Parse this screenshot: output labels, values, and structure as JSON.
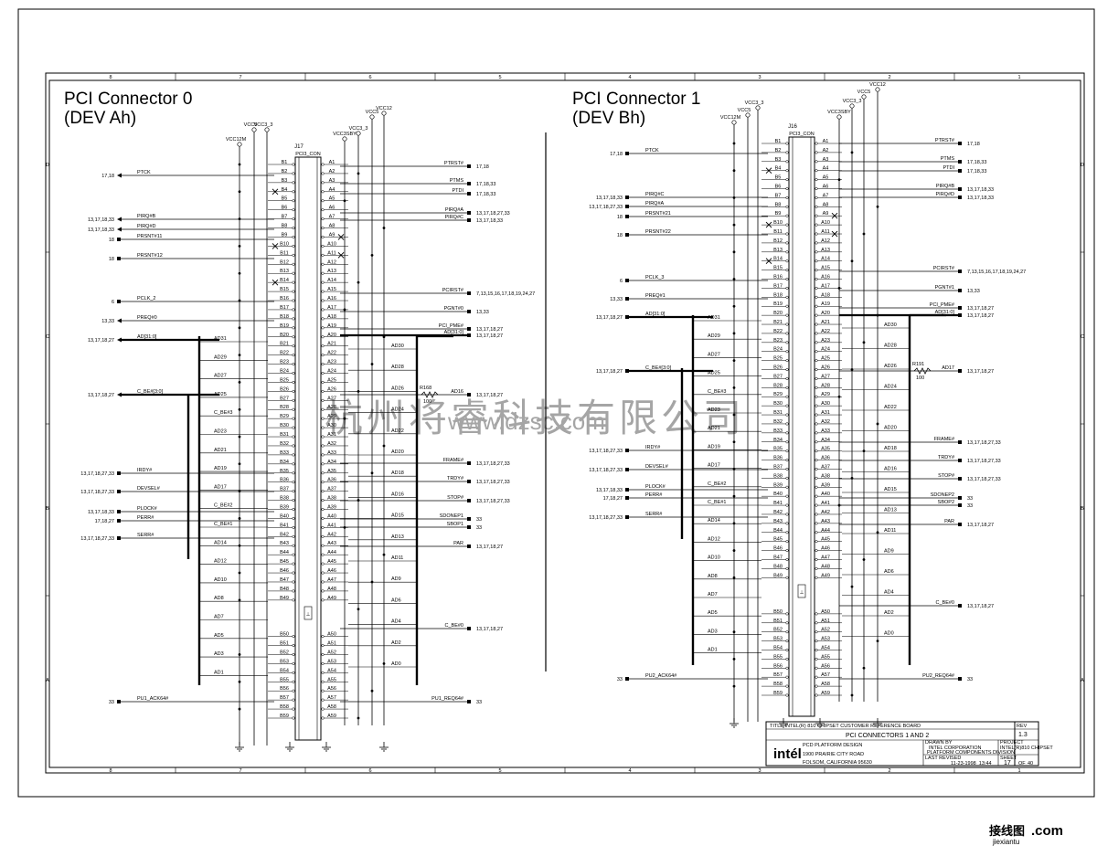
{
  "frame": {
    "zone_numbers": [
      "8",
      "7",
      "6",
      "5",
      "4",
      "3",
      "2",
      "1"
    ],
    "zone_letters": [
      "D",
      "C",
      "B",
      "A"
    ]
  },
  "connector0": {
    "title_line1": "PCI Connector 0",
    "title_line2": "(DEV Ah)",
    "ref": "J17",
    "part": "PCI3_CON",
    "power": [
      "VCC12M",
      "VCC5",
      "VCC3_3",
      "VCC3SBY",
      "VCC3_3",
      "VCC5",
      "VCC12"
    ],
    "left_labels": [
      {
        "ref": "17,18",
        "net": "PTCK"
      },
      {
        "ref": "13,17,18,33",
        "net": "PIRQ#B"
      },
      {
        "ref": "13,17,18,33",
        "net": "PIRQ#D"
      },
      {
        "ref": "18",
        "net": "PRSNT#11"
      },
      {
        "ref": "18",
        "net": "PRSNT#12"
      },
      {
        "ref": "6",
        "net": "PCLK_2"
      },
      {
        "ref": "13,33",
        "net": "PREQ#0"
      },
      {
        "ref": "13,17,18,27",
        "net": "AD[31:0]"
      },
      {
        "ref": "13,17,18,27",
        "net": "C_BE#[3:0]"
      },
      {
        "ref": "13,17,18,27,33",
        "net": "IRDY#"
      },
      {
        "ref": "13,17,18,27,33",
        "net": "DEVSEL#"
      },
      {
        "ref": "13,17,18,33",
        "net": "PLOCK#"
      },
      {
        "ref": "17,18,27",
        "net": "PERR#"
      },
      {
        "ref": "13,17,18,27,33",
        "net": "SERR#"
      },
      {
        "ref": "33",
        "net": "PU1_ACK64#"
      }
    ],
    "right_labels": [
      {
        "net": "PTRST#",
        "ref": "17,18"
      },
      {
        "net": "PTMS",
        "ref": "17,18,33"
      },
      {
        "net": "PTDI",
        "ref": "17,18,33"
      },
      {
        "net": "PIRQ#A",
        "ref": "13,17,18,27,33"
      },
      {
        "net": "PIRQ#C",
        "ref": "13,17,18,33"
      },
      {
        "net": "PCIRST#",
        "ref": "7,13,15,16,17,18,19,24,27"
      },
      {
        "net": "PGNT#0",
        "ref": "13,33"
      },
      {
        "net": "PCI_PME#",
        "ref": "13,17,18,27"
      },
      {
        "net": "AD[31:0]",
        "ref": "13,17,18,27"
      },
      {
        "net": "AD16",
        "ref": "13,17,18,27"
      },
      {
        "net": "FRAME#",
        "ref": "13,17,18,27,33"
      },
      {
        "net": "TRDY#",
        "ref": "13,17,18,27,33"
      },
      {
        "net": "STOP#",
        "ref": "13,17,18,27,33"
      },
      {
        "net": "SDONEP1",
        "ref": "33"
      },
      {
        "net": "SBOP1",
        "ref": "33"
      },
      {
        "net": "PAR",
        "ref": "13,17,18,27"
      },
      {
        "net": "C_BE#0",
        "ref": "13,17,18,27"
      },
      {
        "net": "PU1_REQ64#",
        "ref": "33"
      }
    ],
    "resistor": {
      "ref": "R168",
      "value": "100"
    },
    "bus_left": [
      "AD31",
      "AD29",
      "AD27",
      "AD25",
      "C_BE#3",
      "AD23",
      "AD21",
      "AD19",
      "AD17",
      "C_BE#2",
      "C_BE#1",
      "AD14",
      "AD12",
      "AD10",
      "AD8",
      "AD7",
      "AD5",
      "AD3",
      "AD1"
    ],
    "bus_right": [
      "AD30",
      "AD28",
      "AD26",
      "AD24",
      "AD22",
      "AD20",
      "AD18",
      "AD16",
      "AD15",
      "AD13",
      "AD11",
      "AD9",
      "AD6",
      "AD4",
      "AD2",
      "AD0"
    ]
  },
  "connector1": {
    "title_line1": "PCI Connector 1",
    "title_line2": "(DEV Bh)",
    "ref": "J16",
    "part": "PCI3_CON",
    "power": [
      "VCC12M",
      "VCC5",
      "VCC3_3",
      "VCC3SBY",
      "VCC3_3",
      "VCC5",
      "VCC12"
    ],
    "left_labels": [
      {
        "ref": "17,18",
        "net": "PTCK"
      },
      {
        "ref": "13,17,18,33",
        "net": "PIRQ#C"
      },
      {
        "ref": "13,17,18,27,33",
        "net": "PIRQ#A"
      },
      {
        "ref": "18",
        "net": "PRSNT#21"
      },
      {
        "ref": "18",
        "net": "PRSNT#22"
      },
      {
        "ref": "6",
        "net": "PCLK_3"
      },
      {
        "ref": "13,33",
        "net": "PREQ#1"
      },
      {
        "ref": "13,17,18,27",
        "net": "AD[31:0]"
      },
      {
        "ref": "13,17,18,27",
        "net": "C_BE#[3:0]"
      },
      {
        "ref": "13,17,18,27,33",
        "net": "IRDY#"
      },
      {
        "ref": "13,17,18,27,33",
        "net": "DEVSEL#"
      },
      {
        "ref": "13,17,18,33",
        "net": "PLOCK#"
      },
      {
        "ref": "17,18,27",
        "net": "PERR#"
      },
      {
        "ref": "13,17,18,27,33",
        "net": "SERR#"
      },
      {
        "ref": "33",
        "net": "PU2_ACK64#"
      }
    ],
    "right_labels": [
      {
        "net": "PTRST#",
        "ref": "17,18"
      },
      {
        "net": "PTMS",
        "ref": "17,18,33"
      },
      {
        "net": "PTDI",
        "ref": "17,18,33"
      },
      {
        "net": "PIRQ#B",
        "ref": "13,17,18,33"
      },
      {
        "net": "PIRQ#D",
        "ref": "13,17,18,33"
      },
      {
        "net": "PCIRST#",
        "ref": "7,13,15,16,17,18,19,24,27"
      },
      {
        "net": "PGNT#1",
        "ref": "13,33"
      },
      {
        "net": "PCI_PME#",
        "ref": "13,17,18,27"
      },
      {
        "net": "AD[31:0]",
        "ref": "13,17,18,27"
      },
      {
        "net": "AD17",
        "ref": "13,17,18,27"
      },
      {
        "net": "FRAME#",
        "ref": "13,17,18,27,33"
      },
      {
        "net": "TRDY#",
        "ref": "13,17,18,27,33"
      },
      {
        "net": "STOP#",
        "ref": "13,17,18,27,33"
      },
      {
        "net": "SDONEP2",
        "ref": "33"
      },
      {
        "net": "SBOP2",
        "ref": "33"
      },
      {
        "net": "PAR",
        "ref": "13,17,18,27"
      },
      {
        "net": "C_BE#0",
        "ref": "13,17,18,27"
      },
      {
        "net": "PU2_REQ64#",
        "ref": "33"
      }
    ],
    "resistor": {
      "ref": "R191",
      "value": "100"
    },
    "bus_left": [
      "AD31",
      "AD29",
      "AD27",
      "AD25",
      "C_BE#3",
      "AD23",
      "AD21",
      "AD19",
      "AD17",
      "C_BE#2",
      "C_BE#1",
      "AD14",
      "AD12",
      "AD10",
      "AD8",
      "AD7",
      "AD5",
      "AD3",
      "AD1"
    ],
    "bus_right": [
      "AD30",
      "AD28",
      "AD26",
      "AD24",
      "AD22",
      "AD20",
      "AD18",
      "AD16",
      "AD15",
      "AD13",
      "AD11",
      "AD9",
      "AD6",
      "AD4",
      "AD2",
      "AD0"
    ]
  },
  "title_block": {
    "title": "TITLE INTEL(R) 810 CHIPSET CUSTOMER REFERENCE BOARD",
    "subtitle": "PCI CONNECTORS 1 AND 2",
    "rev_label": "REV",
    "rev": "1.3",
    "org_line1": "PCD PLATFORM DESIGN",
    "org_line2": "1900 PRAIRIE CITY ROAD",
    "org_line3": "FOLSOM, CALIFORNIA 95630",
    "company": "INTEL CORPORATION",
    "division": "PLATFORM COMPONENTS DIVISION",
    "drawn_by": "DRAWN BY",
    "project": "PROJECT",
    "project_name": "INTEL(R)810 CHIPSET",
    "last_revised": "LAST REVISED",
    "date": "11-23-1998_13:44",
    "sheet_label": "SHEET",
    "sheet": "17",
    "of": "OF",
    "total": "40",
    "logo": "intél"
  },
  "watermark": {
    "cn": "杭州将睿科技有限公司",
    "url": "www.dzsc.com",
    "corner_cn": "接线图",
    "corner_dot": ".com",
    "corner_site": "jiexiantu"
  }
}
